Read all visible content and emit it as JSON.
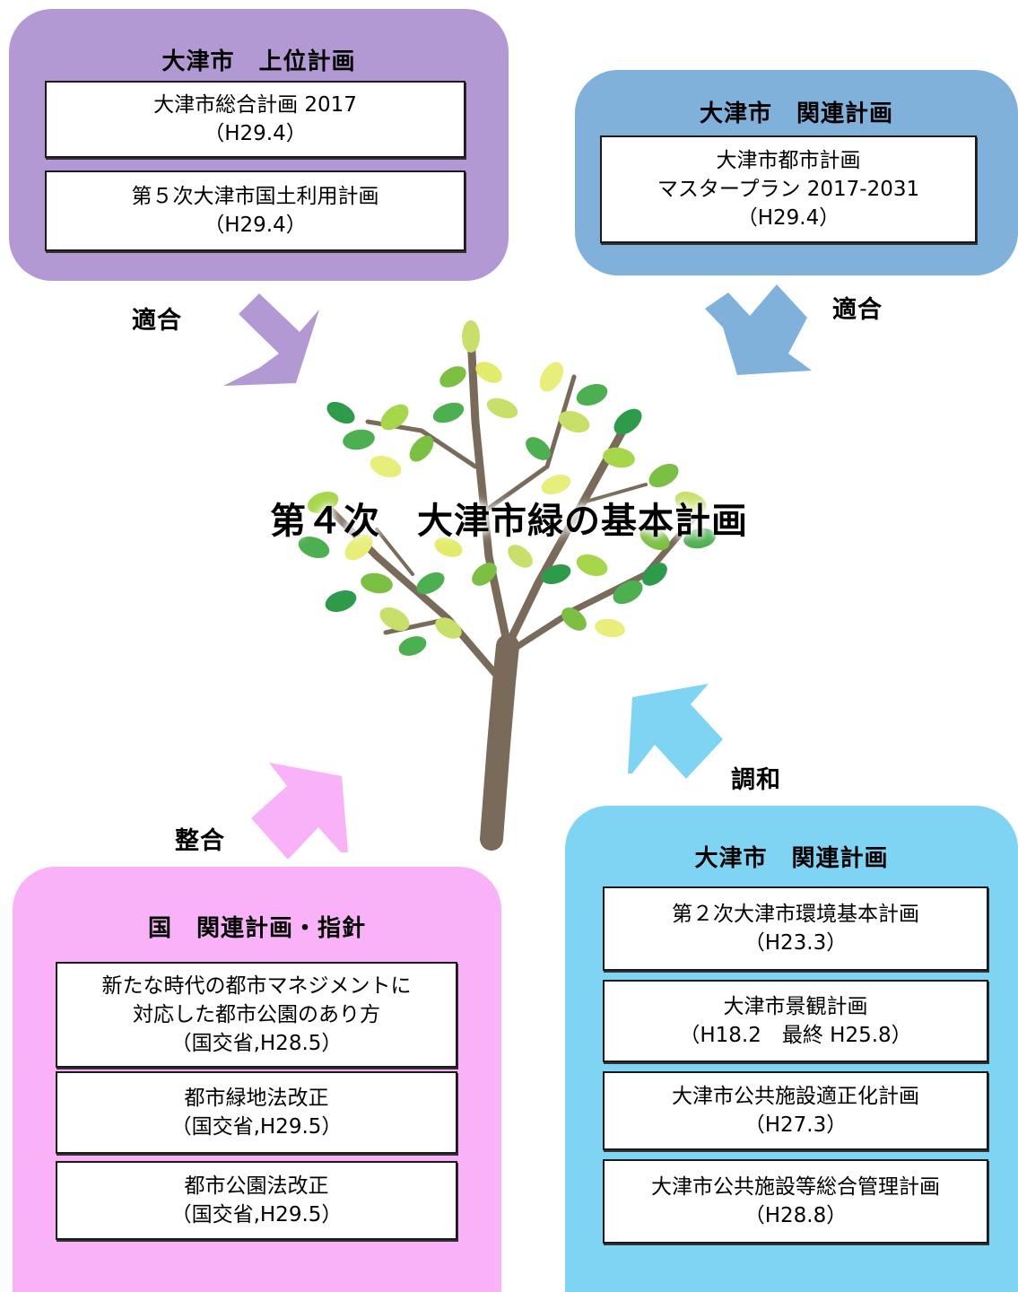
{
  "colors": {
    "purple": "#b399d4",
    "blue": "#7fb1db",
    "pink": "#f9b2f7",
    "sky": "#7fd4f4",
    "trunk": "#7a6a5a"
  },
  "center_title": "第４次　大津市緑の基本計画",
  "groups": {
    "upper": {
      "title": "大津市　上位計画",
      "relation": "適合",
      "plans": [
        {
          "line1": "大津市総合計画 2017",
          "line2": "（H29.4）"
        },
        {
          "line1": "第５次大津市国土利用計画",
          "line2": "（H29.4）"
        }
      ]
    },
    "related_top": {
      "title": "大津市　関連計画",
      "relation": "適合",
      "plans": [
        {
          "line1": "大津市都市計画",
          "line2": "マスタープラン 2017-2031",
          "line3": "（H29.4）"
        }
      ]
    },
    "national": {
      "title": "国　関連計画・指針",
      "relation": "整合",
      "plans": [
        {
          "line1": "新たな時代の都市マネジメントに",
          "line2": "対応した都市公園のあり方",
          "line3": "（国交省,H28.5）"
        },
        {
          "line1": "都市緑地法改正",
          "line2": "（国交省,H29.5）"
        },
        {
          "line1": "都市公園法改正",
          "line2": "（国交省,H29.5）"
        }
      ]
    },
    "related_bottom": {
      "title": "大津市　関連計画",
      "relation": "調和",
      "plans": [
        {
          "line1": "第２次大津市環境基本計画",
          "line2": "（H23.3）"
        },
        {
          "line1": "大津市景観計画",
          "line2": "（H18.2　最終 H25.8）"
        },
        {
          "line1": "大津市公共施設適正化計画",
          "line2": "（H27.3）"
        },
        {
          "line1": "大津市公共施設等総合管理計画",
          "line2": "（H28.8）"
        }
      ]
    }
  }
}
